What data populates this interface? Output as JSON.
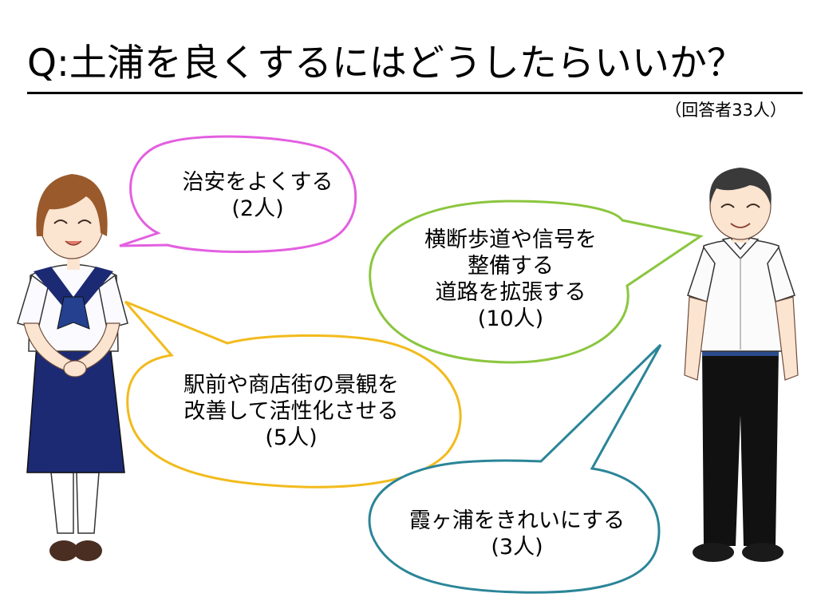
{
  "slide": {
    "title": "Q:土浦を良くするにはどうしたらいいか？",
    "respondents": "（回答者33人）"
  },
  "colors": {
    "bubble_safety": "#e35fe0",
    "bubble_streets": "#8bc63f",
    "bubble_shops": "#f2bb1d",
    "bubble_lake": "#2b8598",
    "uniform_navy": "#1c2a74",
    "hair": "#9a5a2c"
  },
  "bubbles": {
    "safety": {
      "line1": "治安をよくする",
      "count": "(2人)"
    },
    "streets": {
      "line1": "横断歩道や信号を",
      "line2": "整備する",
      "line3": "道路を拡張する",
      "count": "(10人)"
    },
    "shops": {
      "line1": "駅前や商店街の景観を",
      "line2": "改善して活性化させる",
      "count": "(5人)"
    },
    "lake": {
      "line1": "霞ヶ浦をきれいにする",
      "count": "(3人)"
    }
  },
  "figures": {
    "left": "schoolgirl-illustration",
    "right": "man-illustration"
  }
}
